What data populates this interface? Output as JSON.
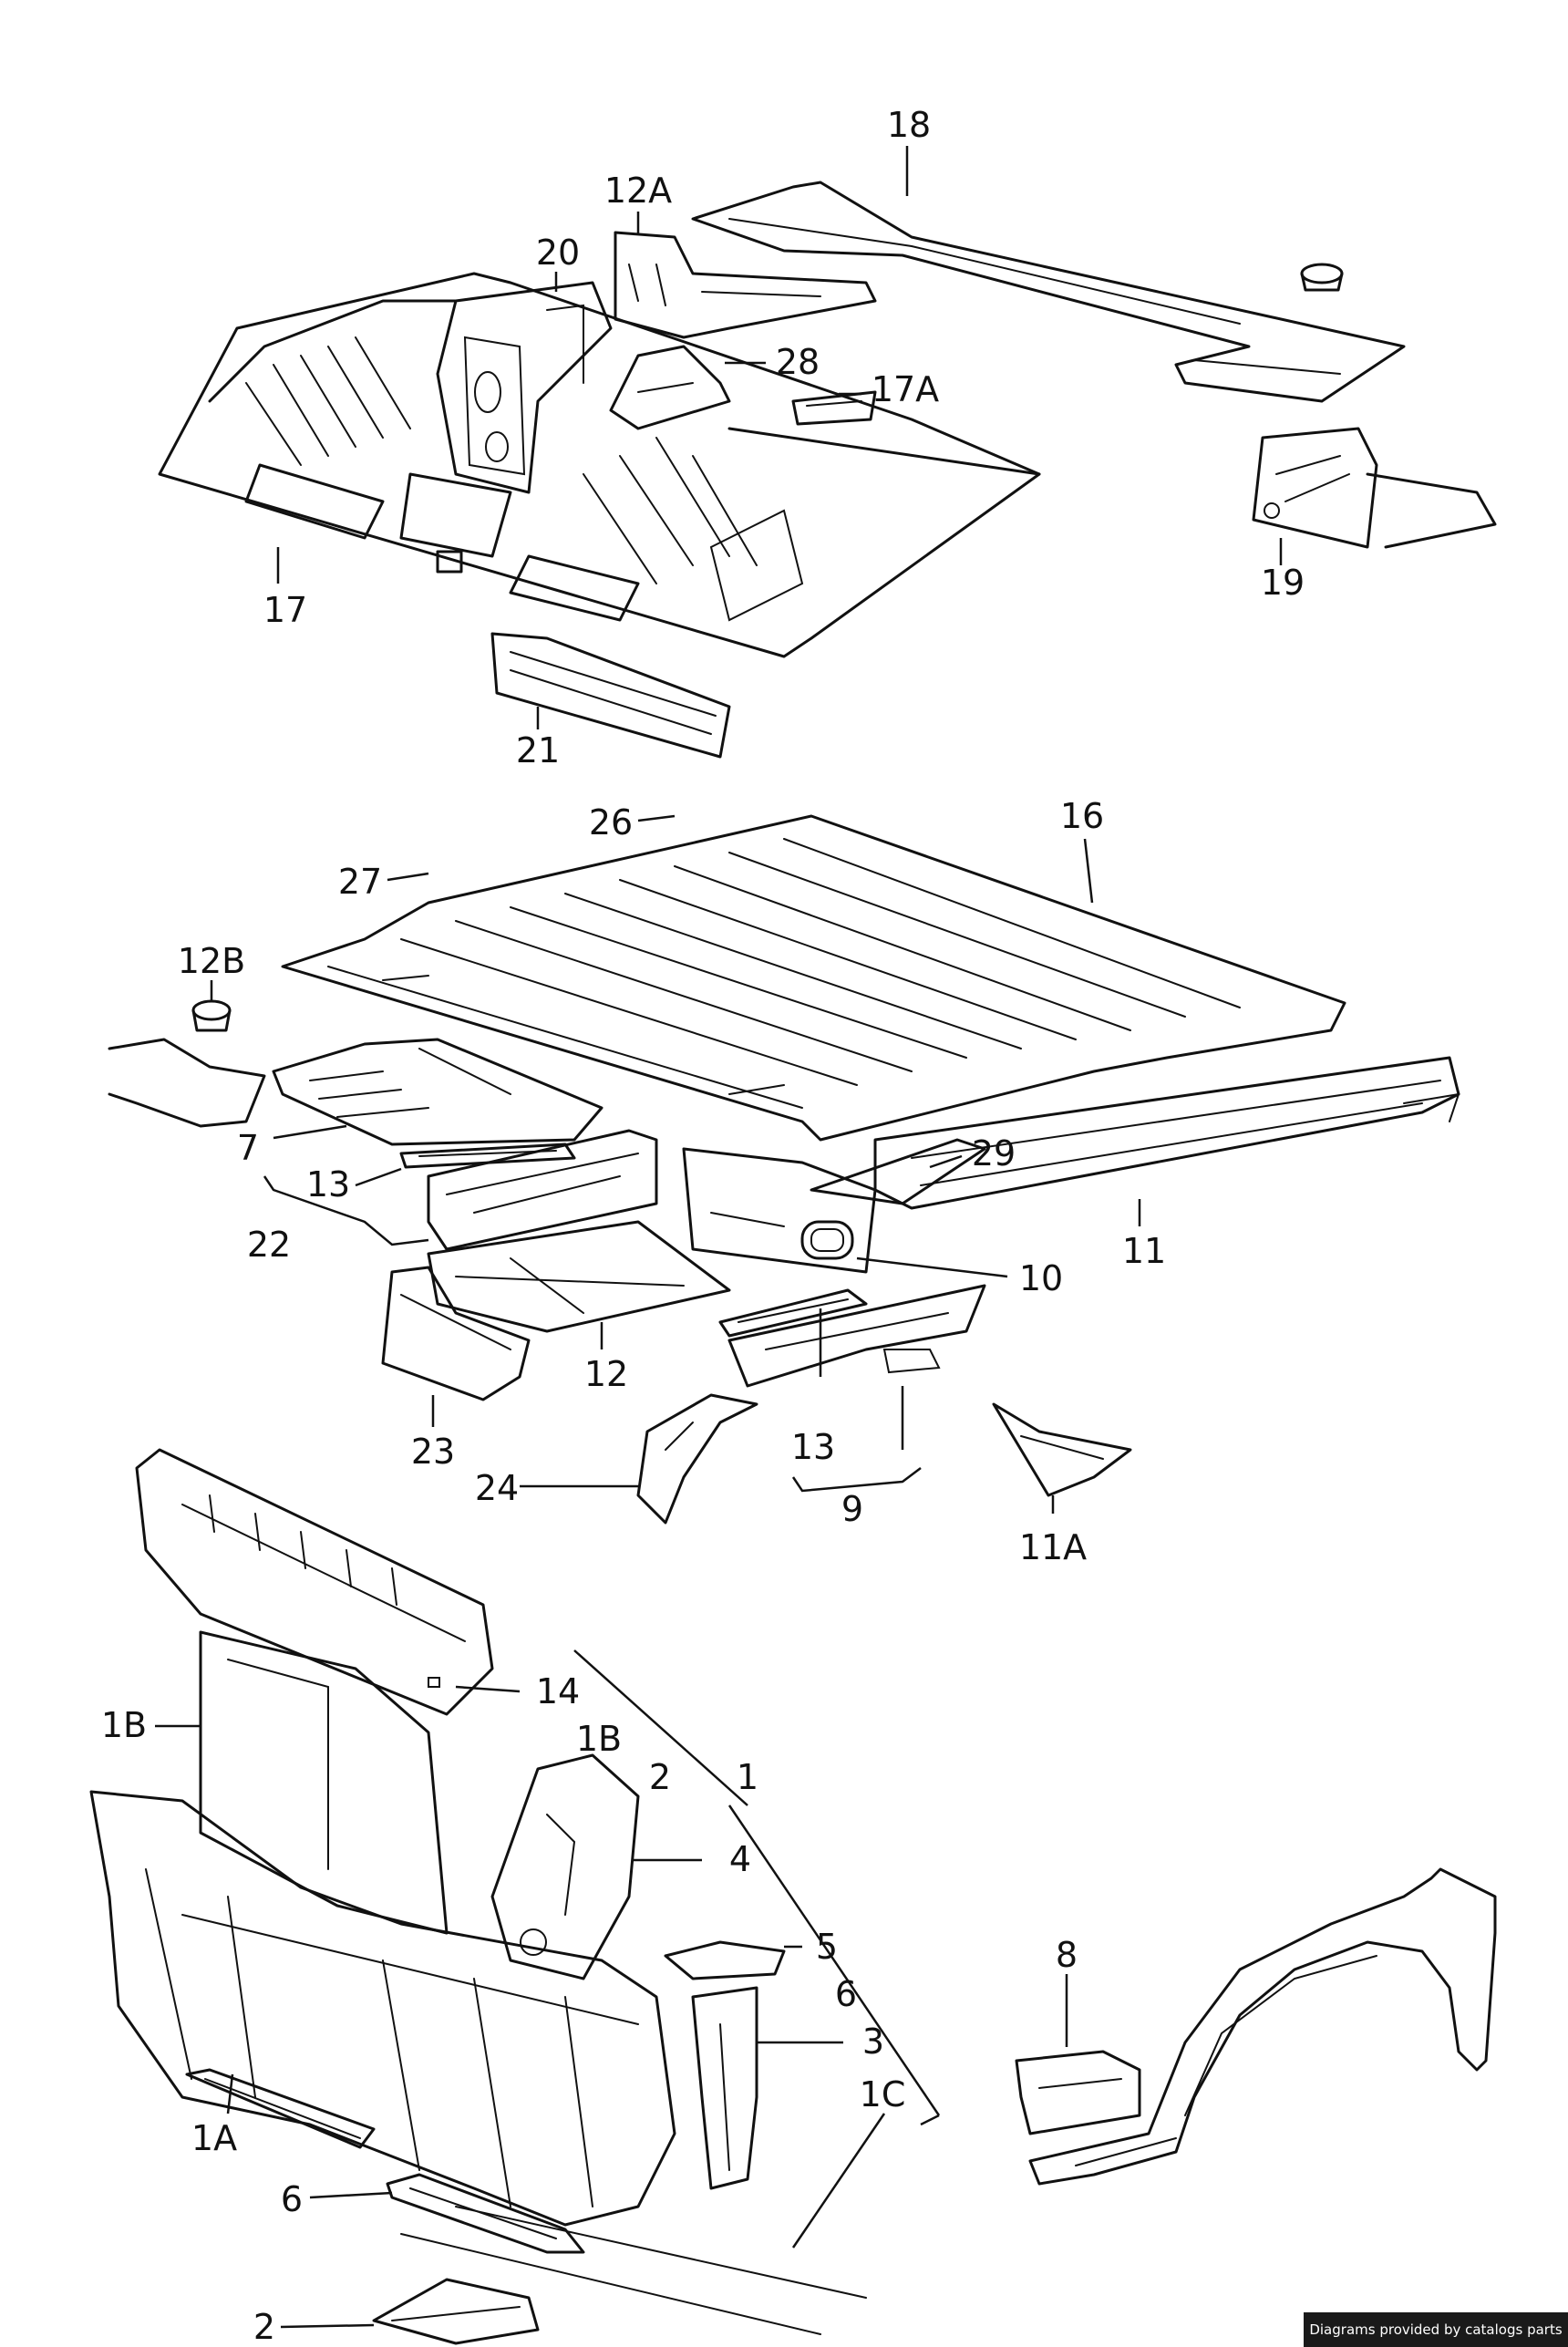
{
  "diagram": {
    "callouts": [
      "18",
      "12A",
      "20",
      "28",
      "17A",
      "17",
      "19",
      "21",
      "16",
      "26",
      "27",
      "12B",
      "7",
      "13",
      "22",
      "29",
      "11",
      "10",
      "12",
      "23",
      "24",
      "9",
      "11A",
      "14",
      "1B",
      "2",
      "1",
      "4",
      "5",
      "6",
      "3",
      "1C",
      "8",
      "1A"
    ]
  },
  "footer": {
    "credit": "Diagrams provided by catalogs parts"
  }
}
